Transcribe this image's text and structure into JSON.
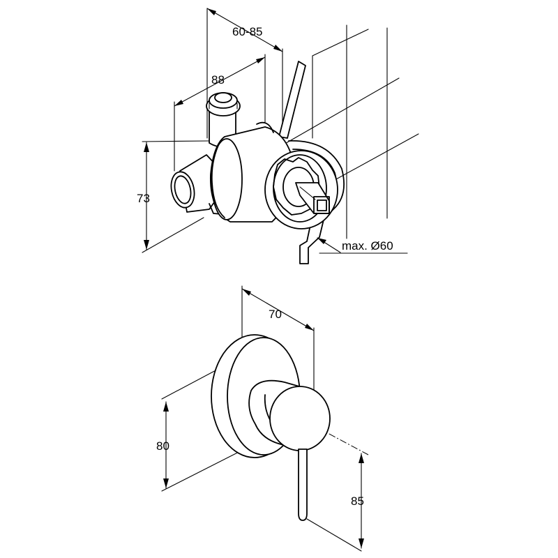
{
  "dimensions": {
    "box_width": "60-85",
    "body_depth": "88",
    "body_height": "73",
    "max_diameter": "max. Ø60",
    "rosette_depth": "70",
    "rosette_height": "80",
    "lever_length": "85"
  }
}
